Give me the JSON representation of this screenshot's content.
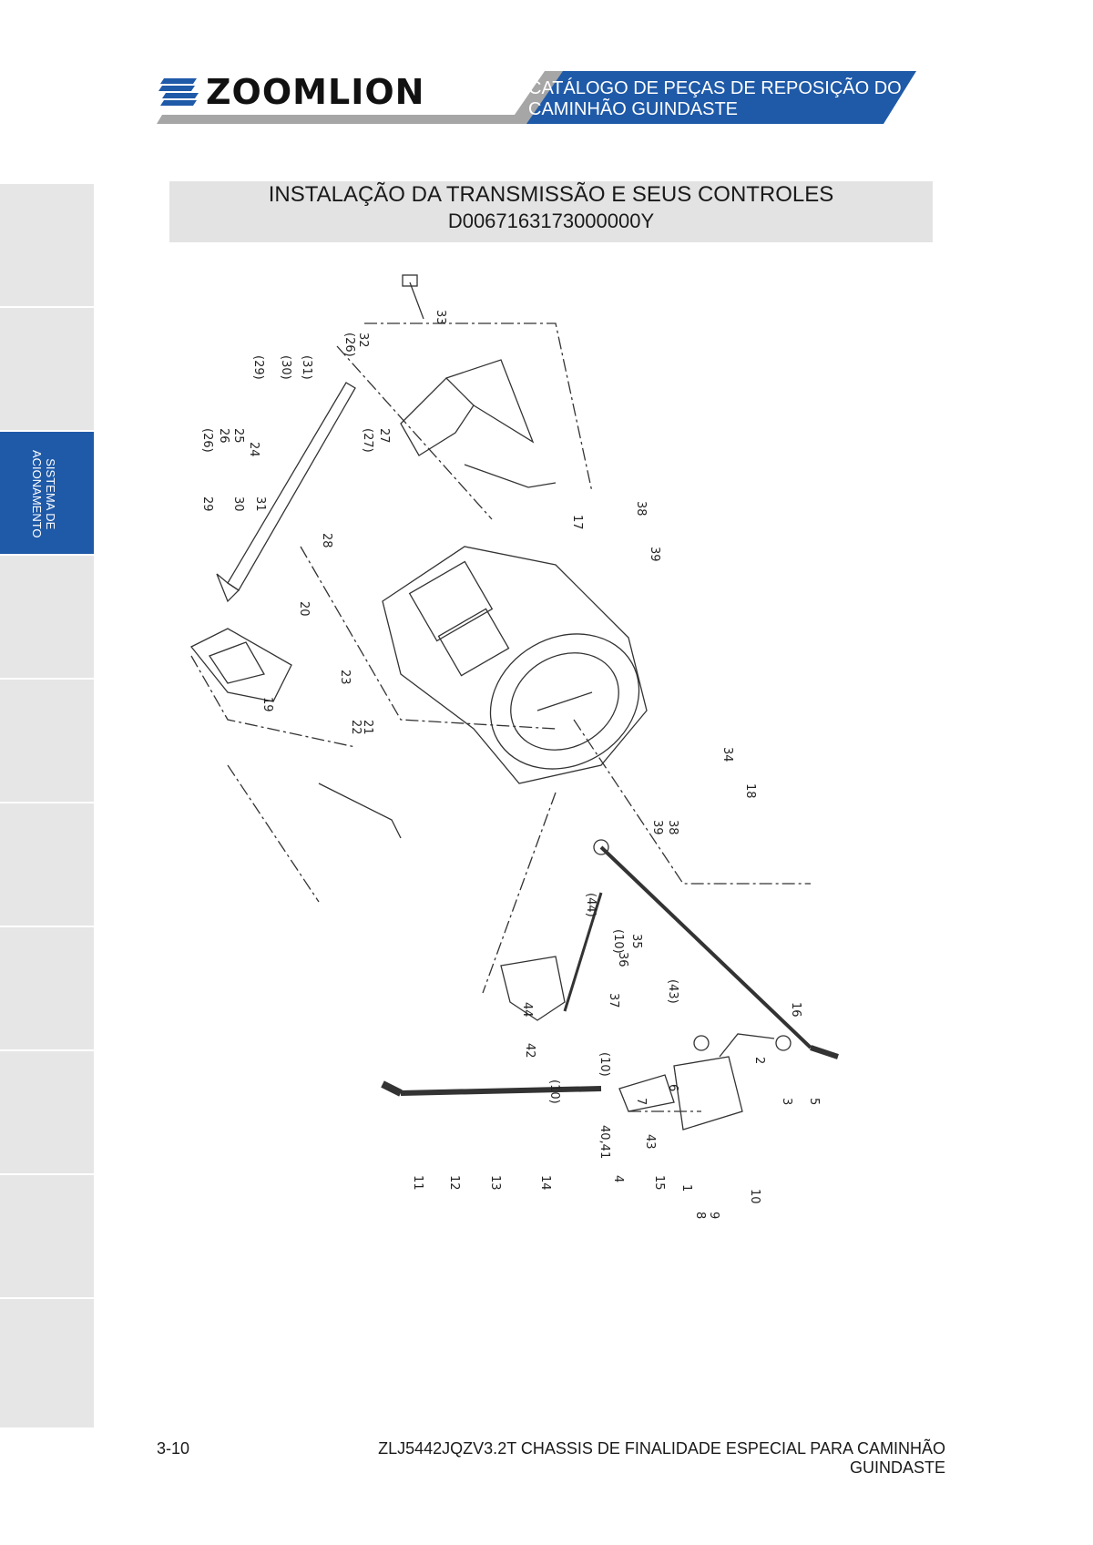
{
  "header": {
    "brand": "ZOOMLION",
    "catalog_title_line1": "CATÁLOGO DE PEÇAS DE REPOSIÇÃO DO",
    "catalog_title_line2": "CAMINHÃO GUINDASTE",
    "colors": {
      "accent": "#1f5aa8",
      "bar_gray": "#a6a6a6"
    }
  },
  "sidebar": {
    "active_tab_line1": "SISTEMA DE",
    "active_tab_line2": "ACIONAMENTO"
  },
  "section": {
    "title": "INSTALAÇÃO DA TRANSMISSÃO E SEUS CONTROLES",
    "code": "D0067163173000000Y"
  },
  "diagram": {
    "part_labels": [
      "33",
      "(26)",
      "32",
      "(29)",
      "(30)",
      "(31)",
      "(26)",
      "26",
      "25",
      "24",
      "(27)",
      "27",
      "29",
      "30",
      "31",
      "28",
      "17",
      "38",
      "39",
      "20",
      "23",
      "19",
      "22",
      "21",
      "34",
      "18",
      "39",
      "38",
      "(44)",
      "(10)",
      "35",
      "36",
      "(43)",
      "37",
      "16",
      "44",
      "42",
      "(10)",
      "(10)",
      "40,41",
      "43",
      "6",
      "7",
      "2",
      "3",
      "5",
      "11",
      "12",
      "13",
      "14",
      "4",
      "15",
      "1",
      "8",
      "9",
      "10"
    ]
  },
  "footer": {
    "page_number": "3-10",
    "doc_line1": "ZLJ5442JQZV3.2T CHASSIS DE FINALIDADE ESPECIAL PARA CAMINHÃO",
    "doc_line2": "GUINDASTE"
  }
}
